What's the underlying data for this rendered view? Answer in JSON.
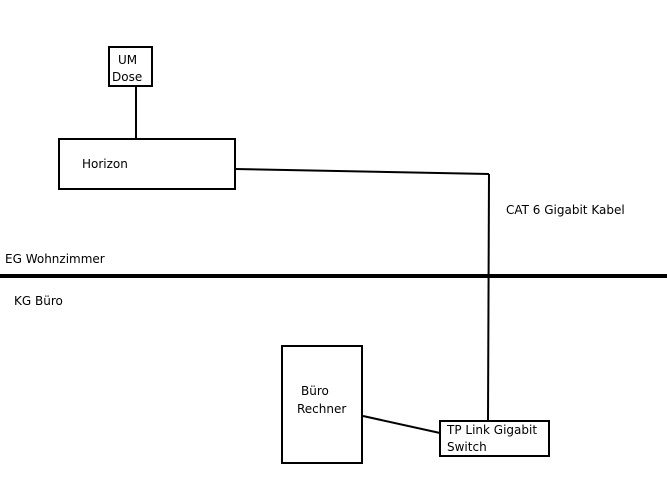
{
  "diagram": {
    "um_dose": {
      "line1": "UM",
      "line2": "Dose"
    },
    "horizon": {
      "label": "Horizon"
    },
    "cable_label": "CAT 6 Gigabit Kabel",
    "floor_upper_label": "EG Wohnzimmer",
    "floor_lower_label": "KG Büro",
    "buero_rechner": {
      "line1": "Büro",
      "line2": "Rechner"
    },
    "switch": {
      "line1": "TP Link Gigabit",
      "line2": "Switch"
    }
  }
}
